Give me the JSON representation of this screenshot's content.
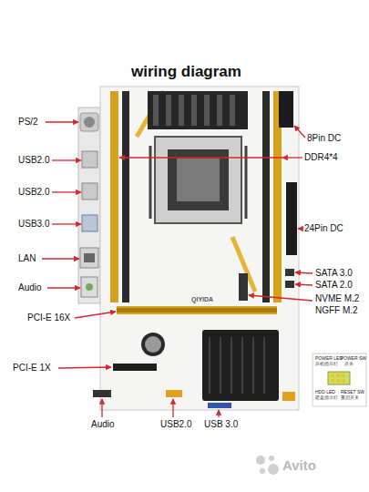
{
  "diagram": {
    "title": "wiring diagram",
    "labels": [
      "PS/2",
      "USB2.0",
      "USB2.0",
      "USB3.0",
      "LAN",
      "Audio",
      "PCI-E 16X",
      "PCI-E 1X",
      "Audio",
      "USB2.0",
      "USB 3.0",
      "8Pin DC",
      "DDR4*4",
      "24Pin DC",
      "SATA 3.0",
      "SATA 2.0",
      "NVME M.2",
      "NGFF M.2",
      "QIYIDA",
      "POWER LED",
      "POWER SW",
      "HDD LED",
      "RESET SW",
      "开机指示灯",
      "开关",
      "硬盘指示灯",
      "重启开关",
      "Avito"
    ]
  }
}
